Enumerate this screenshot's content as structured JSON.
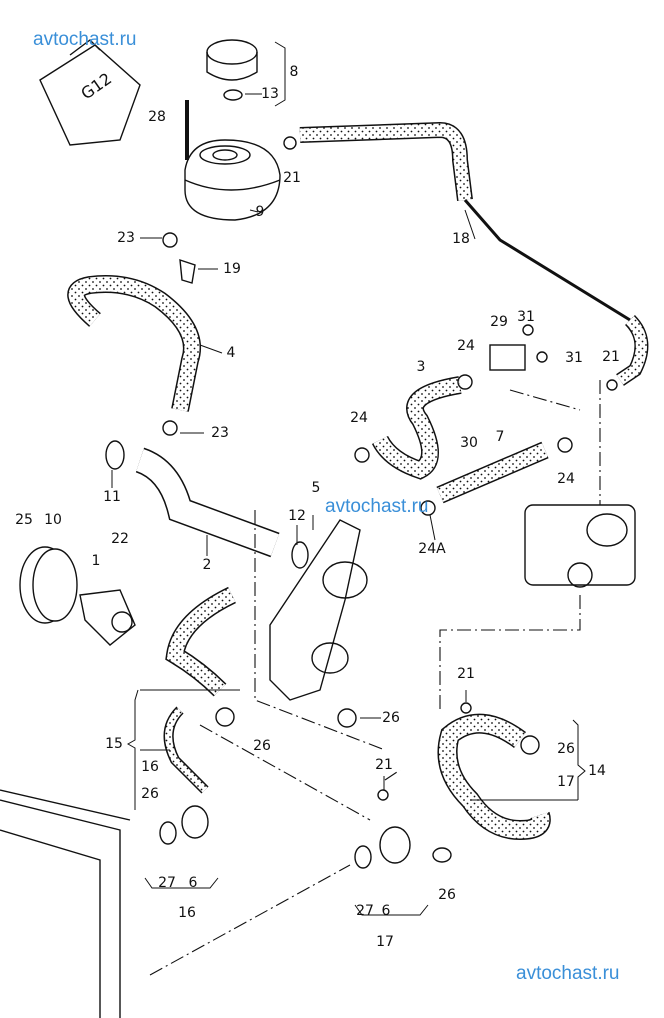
{
  "watermark": "avtochast.ru",
  "canister_marking": "G12",
  "labels": [
    "8",
    "13",
    "28",
    "21",
    "9",
    "23",
    "19",
    "18",
    "4",
    "31",
    "29",
    "31",
    "24",
    "3",
    "21",
    "23",
    "24",
    "7",
    "30",
    "11",
    "5",
    "12",
    "24",
    "24A",
    "2",
    "25",
    "10",
    "22",
    "1",
    "21",
    "26",
    "15",
    "16",
    "26",
    "26",
    "17",
    "14",
    "21",
    "26",
    "27",
    "6",
    "16",
    "27",
    "6",
    "17",
    "26"
  ],
  "colors": {
    "line": "#111111",
    "watermark": "#3a8fd8"
  }
}
